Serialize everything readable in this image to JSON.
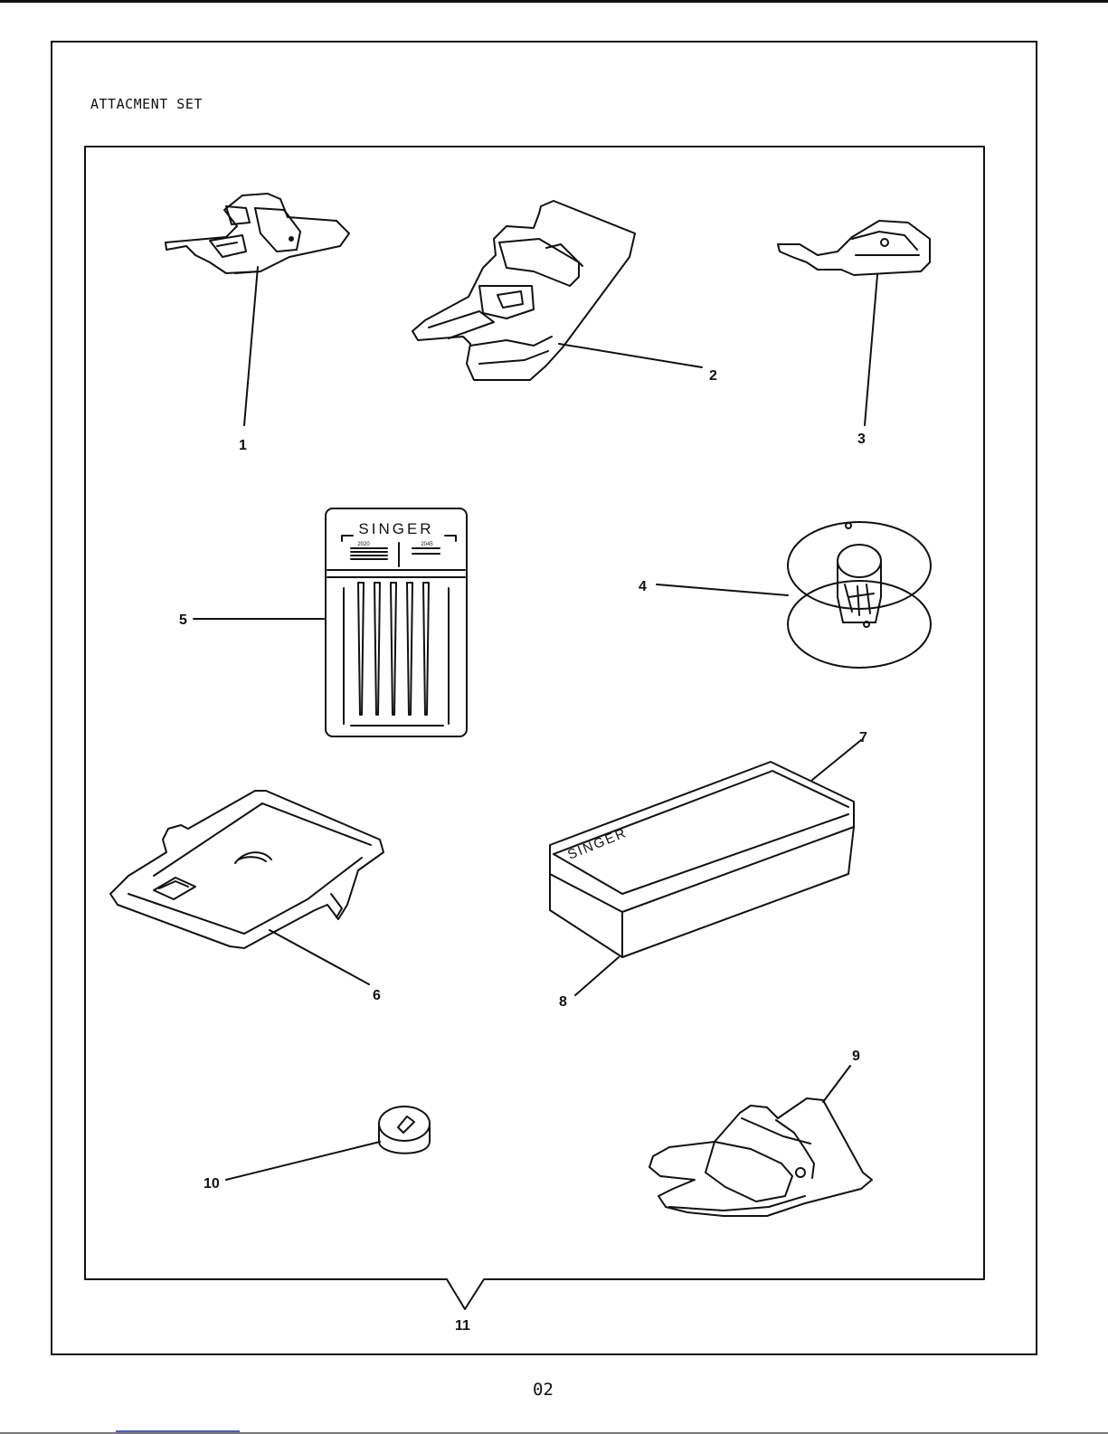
{
  "title": "ATTACMENT SET",
  "page_number": "02",
  "items": [
    {
      "id": "1",
      "name": "Presser foot"
    },
    {
      "id": "2",
      "name": "Presser foot"
    },
    {
      "id": "3",
      "name": "Presser foot"
    },
    {
      "id": "4",
      "name": "Bobbin"
    },
    {
      "id": "5",
      "name": "Needle pack"
    },
    {
      "id": "6",
      "name": "Plate"
    },
    {
      "id": "7",
      "name": "Box lid"
    },
    {
      "id": "8",
      "name": "Box"
    },
    {
      "id": "9",
      "name": "Presser foot"
    },
    {
      "id": "10",
      "name": "Spool cap"
    },
    {
      "id": "11",
      "name": "Attachment set"
    }
  ],
  "needle_pack": {
    "brand": "SINGER",
    "left_label": "2020",
    "right_label": "2045"
  },
  "box": {
    "brand": "SINGER"
  }
}
